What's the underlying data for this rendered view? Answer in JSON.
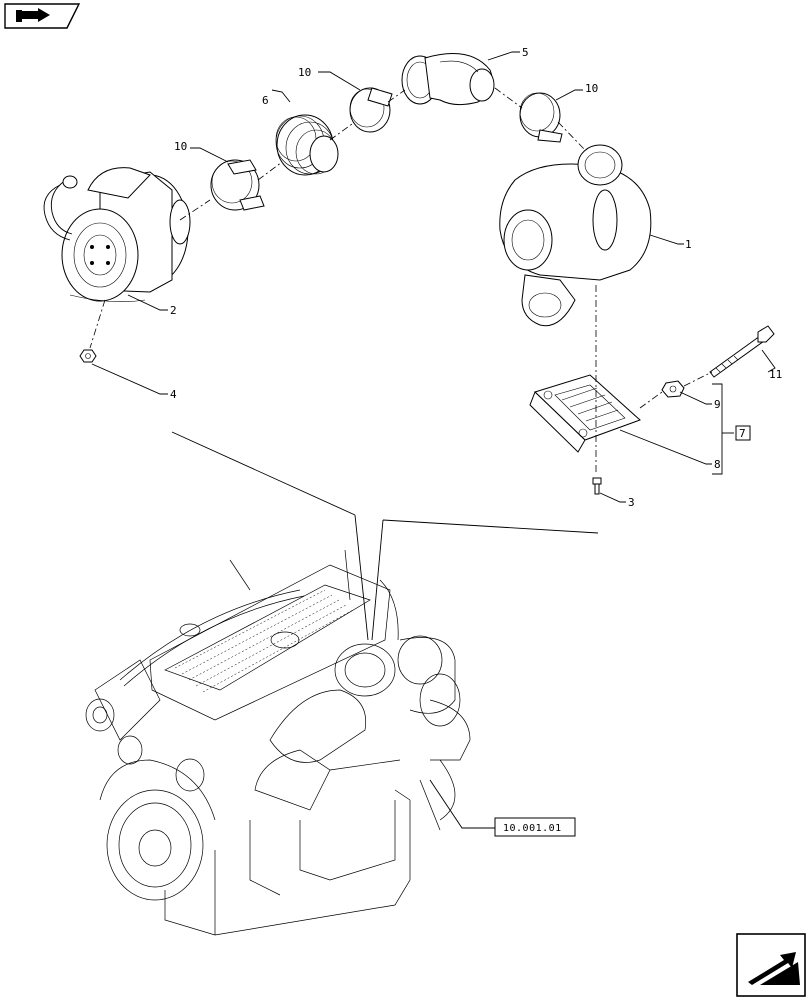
{
  "callouts": {
    "c1": "1",
    "c2": "2",
    "c3": "3",
    "c4": "4",
    "c5": "5",
    "c6": "6",
    "c7": "7",
    "c8": "8",
    "c9": "9",
    "c10a": "10",
    "c10b": "10",
    "c10c": "10",
    "c11": "11"
  },
  "reference": {
    "section_ref": "10.001.01"
  },
  "icons": {
    "top_left": "book-arrow-icon",
    "bottom_right": "next-page-arrow-icon"
  }
}
